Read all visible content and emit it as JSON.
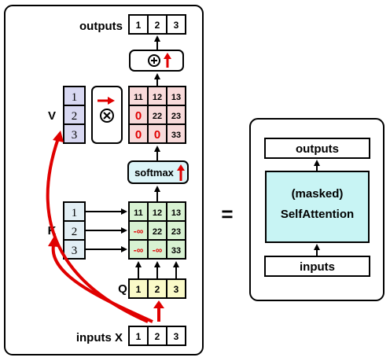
{
  "left": {
    "outputs_label": "outputs",
    "outputs_cells": [
      "1",
      "2",
      "3"
    ],
    "softmax_label": "softmax",
    "v_label": "V",
    "v_cells": [
      "1",
      "2",
      "3"
    ],
    "k_label": "K",
    "k_cells": [
      "1",
      "2",
      "3"
    ],
    "q_label": "Q",
    "q_cells": [
      "1",
      "2",
      "3"
    ],
    "inputs_label": "inputs X",
    "inputs_cells": [
      "1",
      "2",
      "3"
    ],
    "top_matrix": [
      [
        "11",
        "12",
        "13"
      ],
      [
        "0",
        "22",
        "23"
      ],
      [
        "0",
        "0",
        "33"
      ]
    ],
    "bottom_matrix": [
      [
        "11",
        "12",
        "13"
      ],
      [
        "-∞",
        "22",
        "23"
      ],
      [
        "-∞",
        "-∞",
        "33"
      ]
    ]
  },
  "equals": "=",
  "right": {
    "outputs_label": "outputs",
    "masked_label": "(masked)",
    "selfattention_label": "SelfAttention",
    "inputs_label": "inputs"
  },
  "colors": {
    "v_fill": "#d8d8f2",
    "k_fill": "#e2eef4",
    "q_fill": "#fafac8",
    "top_matrix_fill": "#f8dada",
    "bottom_matrix_fill": "#d8f2d2",
    "softmax_fill": "#dcf4f8",
    "selfattention_fill": "#c8f4f4",
    "accent": "#e00000"
  }
}
